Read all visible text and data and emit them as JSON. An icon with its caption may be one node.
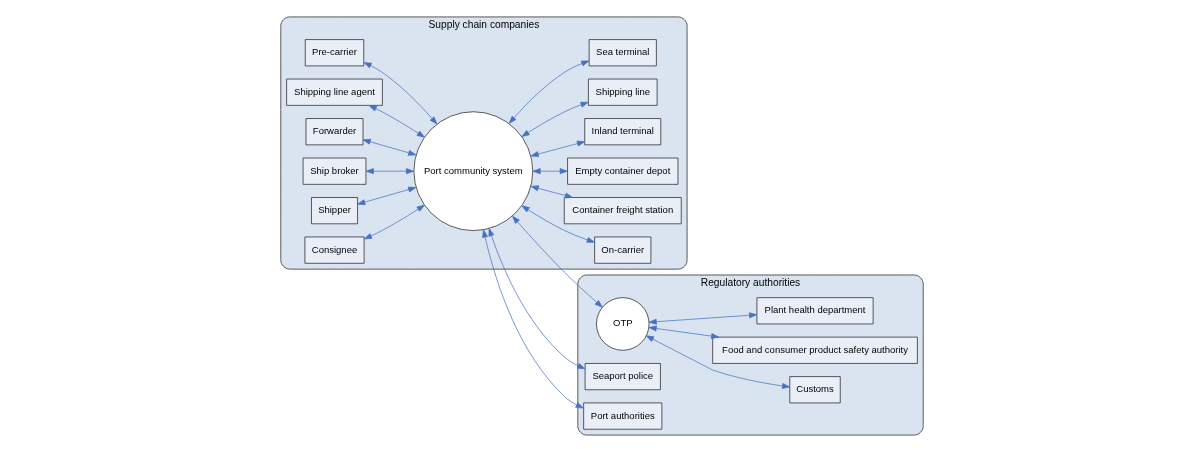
{
  "diagram": {
    "nodes": [
      {
        "text": [
          "Supply chain companies"
        ]
      },
      {
        "text": [
          "Port community system"
        ],
        "in": 0
      },
      {
        "text": [
          "Pre-carrier"
        ],
        "in": 0
      },
      {
        "text": [
          "On-carrier"
        ],
        "in": 0
      },
      {
        "text": [
          "Shipping line agent"
        ],
        "in": 0
      },
      {
        "text": [
          "Container freight station"
        ],
        "in": 0
      },
      {
        "text": [
          "Forwarder"
        ],
        "in": 0
      },
      {
        "text": [
          "Empty container depot"
        ],
        "in": 0
      },
      {
        "text": [
          "Ship broker"
        ],
        "in": 0
      },
      {
        "text": [
          "Inland terminal"
        ],
        "in": 0
      },
      {
        "text": [
          "Shipper"
        ],
        "in": 0
      },
      {
        "text": [
          "Shipping line"
        ],
        "in": 0
      },
      {
        "text": [
          "Consignee"
        ],
        "in": 0
      },
      {
        "text": [
          "Sea terminal"
        ],
        "in": 0
      },
      {
        "text": [
          "Regulatory authorities"
        ]
      },
      {
        "text": [
          "OTP"
        ],
        "in": 14
      },
      {
        "text": [
          "Customs"
        ],
        "in": 14
      },
      {
        "text": [
          "Food and consumer product safety authority"
        ],
        "in": 14
      },
      {
        "text": [
          "Plant health department"
        ],
        "in": 14
      },
      {
        "text": [
          "Seaport police"
        ],
        "in": 14
      },
      {
        "text": [
          "Port authorities"
        ],
        "in": 14
      }
    ],
    "edges": [
      {
        "from": 2,
        "to": 1,
        "arrow": "both"
      },
      {
        "from": 1,
        "to": 3,
        "arrow": "both"
      },
      {
        "from": 4,
        "to": 1,
        "arrow": "both"
      },
      {
        "from": 1,
        "to": 5,
        "arrow": "both"
      },
      {
        "from": 6,
        "to": 1,
        "arrow": "both"
      },
      {
        "from": 1,
        "to": 7,
        "arrow": "both"
      },
      {
        "from": 8,
        "to": 1,
        "arrow": "both"
      },
      {
        "from": 1,
        "to": 9,
        "arrow": "both"
      },
      {
        "from": 10,
        "to": 1,
        "arrow": "both"
      },
      {
        "from": 1,
        "to": 11,
        "arrow": "both"
      },
      {
        "from": 12,
        "to": 1,
        "arrow": "both"
      },
      {
        "from": 1,
        "to": 13,
        "arrow": "both"
      },
      {
        "from": 1,
        "to": 15,
        "arrow": "both"
      },
      {
        "from": 15,
        "to": 16,
        "arrow": "both"
      },
      {
        "from": 15,
        "to": 17,
        "arrow": "both"
      },
      {
        "from": 15,
        "to": 18,
        "arrow": "both"
      },
      {
        "from": 1,
        "to": 19,
        "arrow": "both"
      },
      {
        "from": 1,
        "to": 20,
        "arrow": "both"
      }
    ]
  }
}
